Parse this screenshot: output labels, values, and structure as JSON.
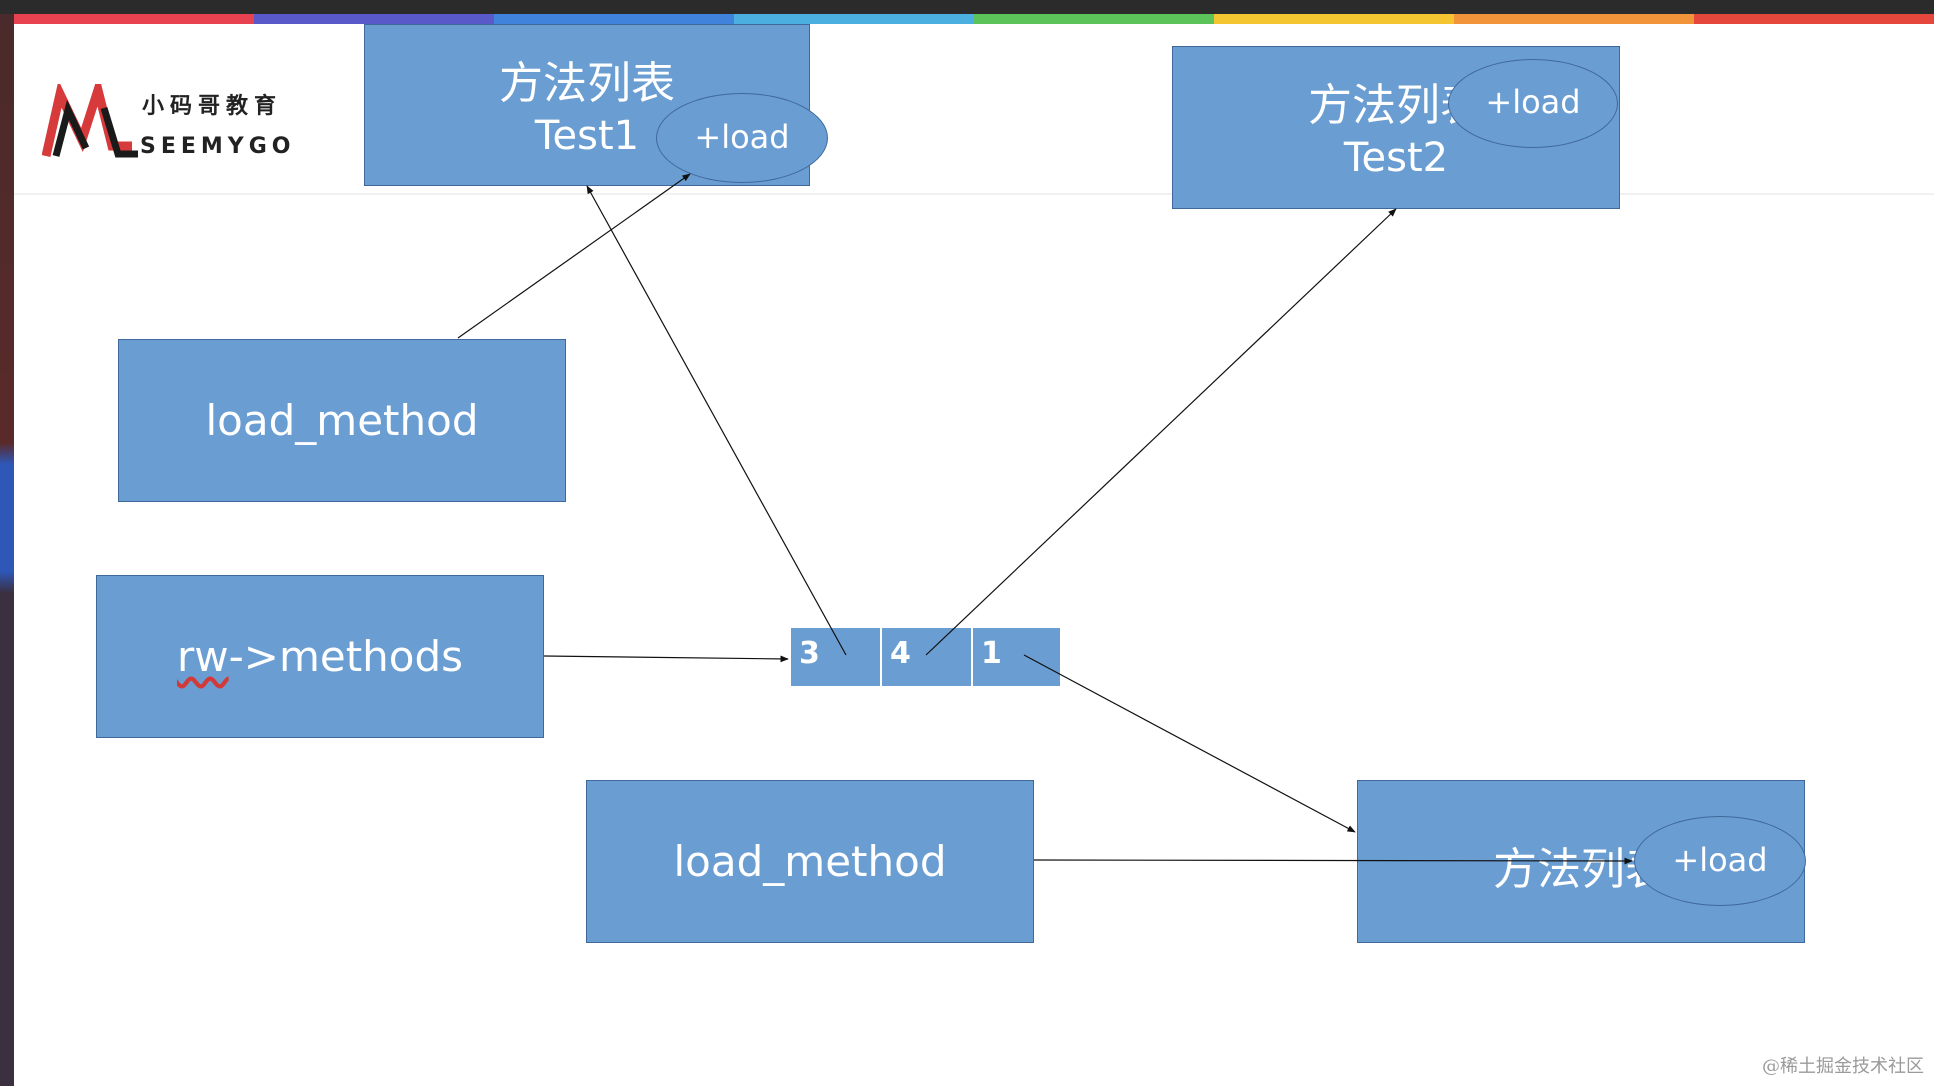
{
  "stripe_colors": [
    "#e8414f",
    "#5a59c9",
    "#3f83dc",
    "#4bb0e0",
    "#5cc25a",
    "#f5c531",
    "#f2943a",
    "#e5473c"
  ],
  "logo": {
    "chinese": "小码哥教育",
    "english": "SEEMYGO",
    "mark_color": "#d73a3a"
  },
  "box_color": "#6a9dd2",
  "nodes": {
    "test1": {
      "title": "方法列表",
      "subtitle": "Test1",
      "load": "+load"
    },
    "test2": {
      "title": "方法列表",
      "subtitle": "Test2",
      "load": "+load"
    },
    "test3": {
      "title": "方法列表",
      "load": "+load"
    },
    "load_method_top": "load_method",
    "load_method_bottom": "load_method",
    "rw_methods": {
      "prefix": "rw",
      "rest": "->methods"
    }
  },
  "array_cells": [
    "3",
    "4",
    "1"
  ],
  "watermark": "@稀土掘金技术社区"
}
